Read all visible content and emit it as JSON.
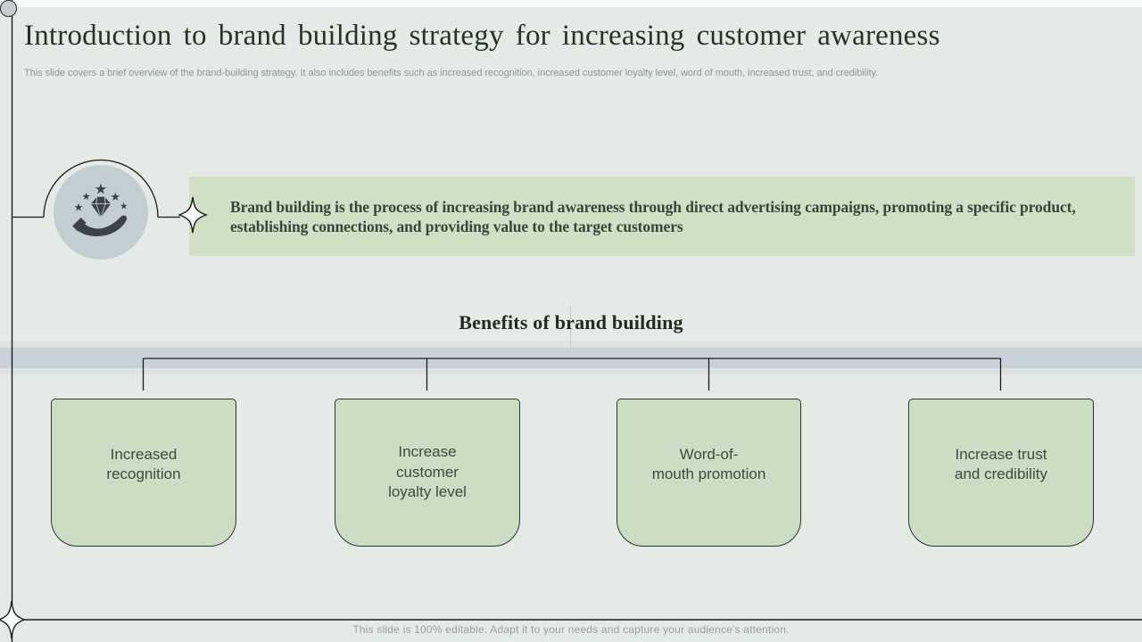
{
  "header": {
    "title": "Introduction to brand building strategy for increasing customer awareness",
    "subtitle": "This slide covers a brief overview of the brand-building strategy. It also includes benefits such as increased recognition, increased customer loyalty level, word of mouth, increased trust, and credibility."
  },
  "definition": {
    "text": "Brand building is the process of increasing brand awareness through direct advertising campaigns, promoting a specific product, establishing connections, and providing value to the target customers"
  },
  "benefits": {
    "heading": "Benefits of brand building",
    "items": [
      {
        "label": "Increased\nrecognition"
      },
      {
        "label": "Increase\ncustomer\nloyalty level"
      },
      {
        "label": "Word-of-\nmouth promotion"
      },
      {
        "label": "Increase trust\nand credibility"
      }
    ]
  },
  "footer": {
    "note": "This slide is 100% editable. Adapt it to your needs and capture your audience's attention."
  },
  "icons": {
    "hub": "hand-with-diamond-and-stars-icon",
    "mid_star": "four-point-sparkle-icon",
    "bottom_star": "four-point-sparkle-icon"
  },
  "colors": {
    "background": "#e4eae6",
    "banner_green": "#cfe0c5",
    "card_green": "#cbdcc2",
    "band_blue_gray": "#c8d3d9",
    "node_gray": "#c3ced3",
    "line_dark": "#1b1b1b",
    "title_dark": "#27322b",
    "muted_gray": "#8e9893"
  }
}
